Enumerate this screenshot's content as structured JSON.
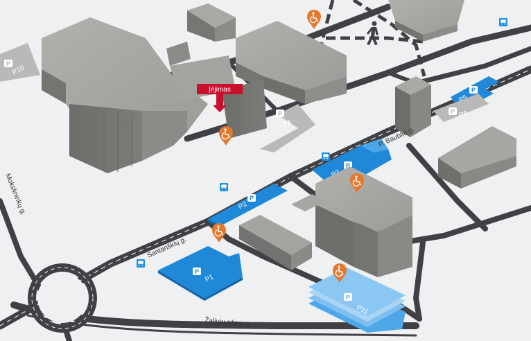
{
  "map": {
    "entrance_label": "Įėjimas",
    "streets": {
      "baublio": "P. Baublio g.",
      "santariskiu": "Santariškių g.",
      "moksliniku": "Mokslininkų g.",
      "zaliuju": "Žaliųjų ežerų g."
    },
    "parking": {
      "p1": "P1",
      "p2": "P2",
      "p3": "P3",
      "p4": "P4",
      "p5": "P5",
      "p6": "P6",
      "p10": "P10",
      "p11": "P11",
      "p_symbol": "P"
    },
    "colors": {
      "road": "#3f4145",
      "parking_blue": "#1f88d8",
      "parking_gray": "#b9b9b9",
      "building": "#8e8f8a",
      "accessible_marker": "#e5782b",
      "bus_stop": "#1d8fe0",
      "entrance": "#c8102e",
      "background": "#eef0f2"
    },
    "icons": [
      "wheelchair-icon",
      "bus-icon",
      "pedestrian-icon",
      "parking-icon",
      "arrow-down-icon"
    ]
  }
}
